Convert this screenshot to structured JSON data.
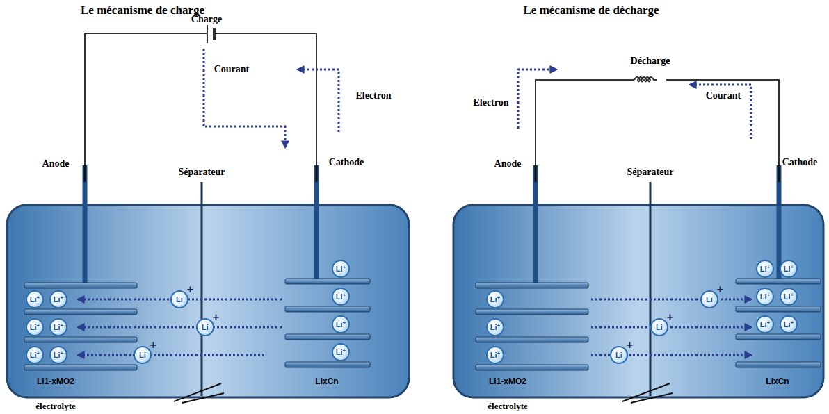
{
  "diagram": {
    "nodes": [
      {
        "text": [
          "Li",
          "+"
        ]
      },
      {
        "text": [
          "Li",
          "+"
        ]
      },
      {
        "text": [
          "Li",
          "+"
        ]
      },
      {
        "text": [
          "Li",
          "+"
        ]
      },
      {
        "text": [
          "Li",
          "+"
        ]
      },
      {
        "text": [
          "Li",
          "+"
        ]
      },
      {
        "text": [
          "Li",
          "+"
        ]
      },
      {
        "text": [
          "Li",
          "+"
        ]
      },
      {
        "text": [
          "Li",
          "+"
        ]
      },
      {
        "text": [
          "Li",
          "+"
        ]
      },
      {
        "text": [
          "Li",
          "+"
        ]
      },
      {
        "text": [
          "Li",
          "+"
        ]
      },
      {
        "text": [
          "Li",
          "+"
        ]
      },
      {
        "text": [
          "Li",
          "+"
        ]
      },
      {
        "text": [
          "Li",
          "+"
        ]
      },
      {
        "text": [
          "Li",
          "+"
        ]
      },
      {
        "text": [
          "Li",
          "+"
        ]
      },
      {
        "text": [
          "Li",
          "+"
        ]
      },
      {
        "text": [
          "Li",
          "+"
        ]
      },
      {
        "text": [
          "Li",
          "+"
        ]
      },
      {
        "text": [
          "Li",
          "+"
        ]
      },
      {
        "text": [
          "Li",
          "+"
        ]
      },
      {
        "text": [
          "Li",
          "+"
        ]
      },
      {
        "text": [
          "Li",
          "+"
        ]
      },
      {
        "text": [
          "Li",
          "+"
        ]
      }
    ],
    "labels": [
      "Le mécanisme de charge",
      "Le mécanisme de décharge",
      "Charge",
      "Electron",
      "Courant",
      "Anode",
      "Séparateur",
      "Cathode",
      "Li1-xMO2",
      "LixCn",
      "électrolyte",
      "Décharge",
      "Electron",
      "Courant",
      "Anode",
      "Séparateur",
      "Cathode",
      "Li1-xMO2",
      "LixCn",
      "électrolyte"
    ]
  }
}
